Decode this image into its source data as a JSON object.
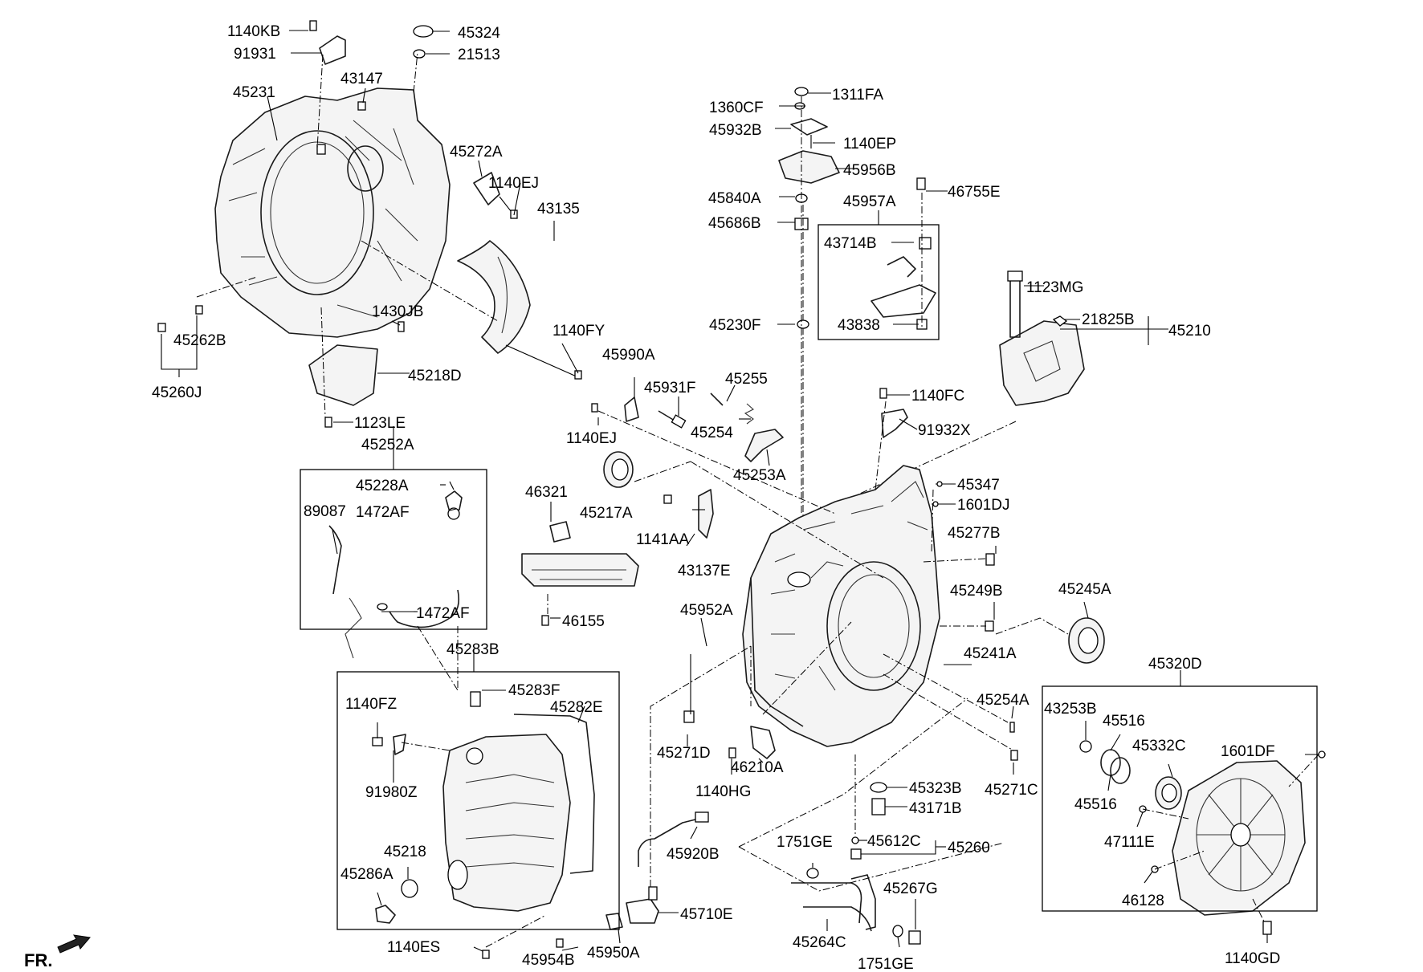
{
  "diagram": {
    "corner_label": "FR.",
    "part_numbers": [
      "1140KB",
      "91931",
      "45324",
      "21513",
      "45231",
      "43147",
      "45272A",
      "1140EJ",
      "43135",
      "1430JB",
      "1140FY",
      "45262B",
      "45260J",
      "45218D",
      "1123LE",
      "1360CF",
      "1311FA",
      "45932B",
      "1140EP",
      "45956B",
      "45840A",
      "45957A",
      "46755E",
      "45686B",
      "43714B",
      "43838",
      "45230F",
      "1123MG",
      "21825B",
      "45210",
      "45990A",
      "45931F",
      "45255",
      "45254",
      "1140FC",
      "91932X",
      "1140EJ",
      "45253A",
      "45252A",
      "45228A",
      "89087",
      "1472AF",
      "1472AF",
      "46321",
      "45217A",
      "1141AA",
      "45347",
      "1601DJ",
      "43137E",
      "45277B",
      "46155",
      "45952A",
      "45249B",
      "45245A",
      "45241A",
      "45283B",
      "45283F",
      "45282E",
      "1140FZ",
      "91980Z",
      "45218",
      "45286A",
      "1140ES",
      "45271D",
      "46210A",
      "1140HG",
      "45920B",
      "45710E",
      "45954B",
      "45950A",
      "45254A",
      "45271C",
      "45323B",
      "43171B",
      "1751GE",
      "45612C",
      "45260",
      "45267G",
      "45264C",
      "1751GE",
      "45320D",
      "43253B",
      "45516",
      "45332C",
      "1601DF",
      "45516",
      "47111E",
      "46128",
      "1140GD"
    ]
  }
}
